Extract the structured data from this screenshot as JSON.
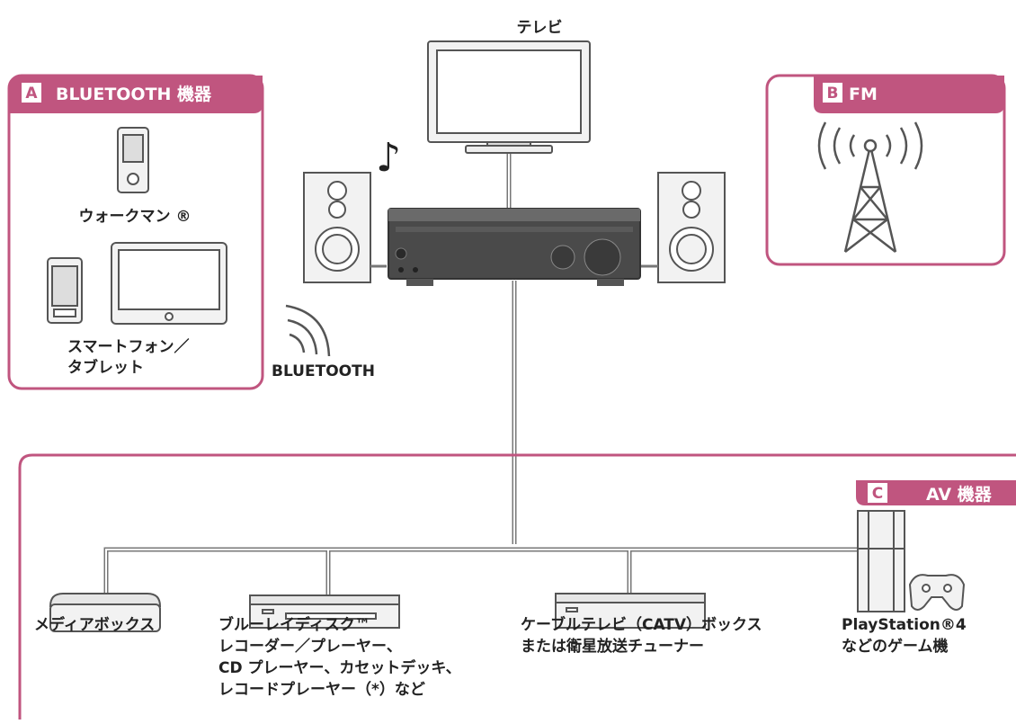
{
  "colors": {
    "accent": "#c0557f",
    "line": "#777777",
    "device_fill": "#f2f2f2",
    "device_stroke": "#555555"
  },
  "tv_label": "テレビ",
  "box_a": {
    "letter": "A",
    "title": "BLUETOOTH 機器",
    "walkman": "ウォークマン ®",
    "smartphone_line1": "スマートフォン／",
    "smartphone_line2": "タブレット"
  },
  "bluetooth_label": "BLUETOOTH",
  "box_b": {
    "letter": "B",
    "title": "FM"
  },
  "box_c": {
    "letter": "C",
    "title": "AV 機器"
  },
  "devices": {
    "media_box": "メディアボックス",
    "bluray_line1": "ブルーレイディスク™",
    "bluray_line2": "レコーダー／プレーヤー、",
    "bluray_line3": "CD プレーヤー、カセットデッキ、",
    "bluray_line4": "レコードプレーヤー（*）など",
    "catv_line1": "ケーブルテレビ（CATV）ボックス",
    "catv_line2": "または衛星放送チューナー",
    "ps4_line1": "PlayStation®4",
    "ps4_line2": "などのゲーム機"
  },
  "icons": [
    "tv-icon",
    "music-note-icon",
    "speaker-icon",
    "receiver-icon",
    "walkman-icon",
    "smartphone-icon",
    "tablet-icon",
    "bluetooth-waves-icon",
    "fm-tower-icon",
    "media-box-icon",
    "bluray-player-icon",
    "catv-box-icon",
    "ps4-icon",
    "controller-icon"
  ]
}
